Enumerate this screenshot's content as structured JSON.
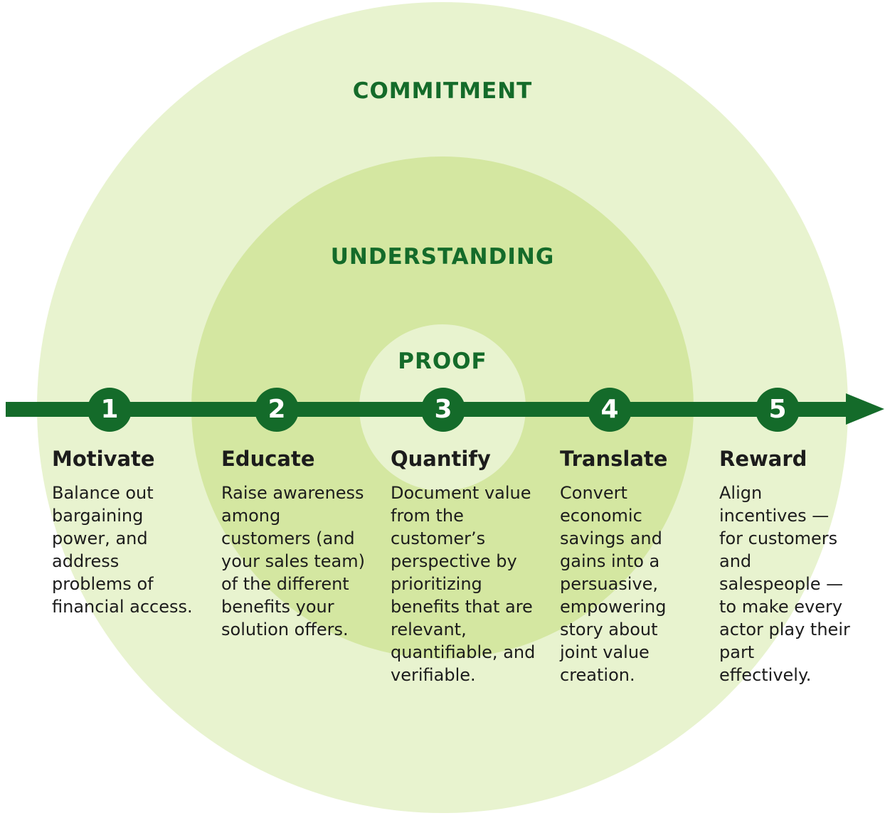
{
  "colors": {
    "outer_ring": "#e8f3cf",
    "middle_ring": "#d4e7a1",
    "inner_ring": "#e8f3cf",
    "arrow": "#146b2a",
    "ring_label": "#146b2a",
    "step_circle": "#146b2a",
    "text": "#1c1c1c"
  },
  "rings": {
    "commitment": "COMMITMENT",
    "understanding": "UNDERSTANDING",
    "proof": "PROOF"
  },
  "steps": [
    {
      "number": "1",
      "title": "Motivate",
      "description": "Balance out bargaining power, and address problems of financial access."
    },
    {
      "number": "2",
      "title": "Educate",
      "description": "Raise awareness among customers (and your sales team) of the different benefits your solution offers."
    },
    {
      "number": "3",
      "title": "Quantify",
      "description": "Document value from the customer’s perspective by prioritizing benefits that are relevant, quantifiable, and verifiable."
    },
    {
      "number": "4",
      "title": "Translate",
      "description": "Convert economic savings and gains into a persuasive, empowering story about joint value creation."
    },
    {
      "number": "5",
      "title": "Reward",
      "description": "Align incentives — for customers and salespeople — to make every actor play their part effectively."
    }
  ]
}
